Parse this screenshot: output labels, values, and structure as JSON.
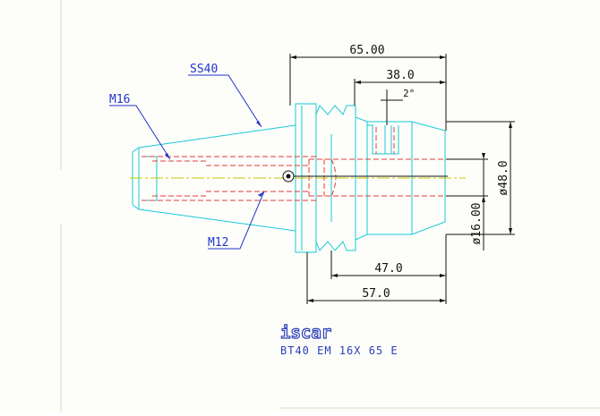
{
  "dimensions": {
    "overall_length": "65.00",
    "flange_offset": "38.0",
    "angle": "2°",
    "outer_diameter": "ø48.0",
    "bore_diameter": "ø16.00",
    "length_47": "47.0",
    "length_57": "57.0"
  },
  "callouts": {
    "taper": "SS40",
    "thread_large": "M16",
    "thread_small": "M12"
  },
  "brand": {
    "logo_text": "iscar",
    "part_number": "BT40 EM 16X 65 E",
    "logo_color": "#2a3fb8"
  },
  "colors": {
    "body": "#18c8d8",
    "hidden": "#e23b3b",
    "dimension": "#111111",
    "center": "#c8c800",
    "leader": "#2233cc"
  }
}
